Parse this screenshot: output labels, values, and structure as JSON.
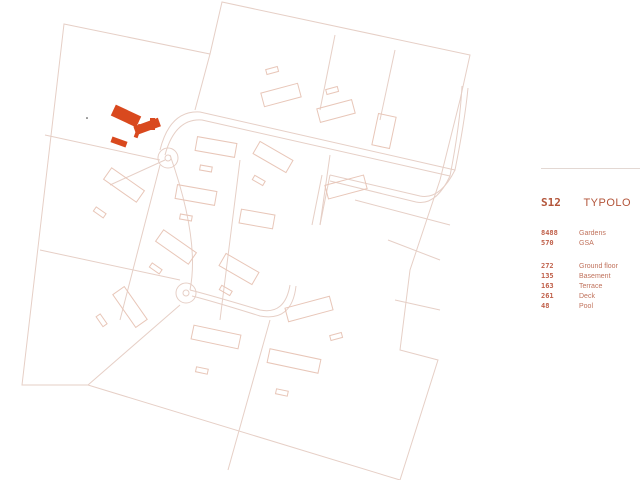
{
  "site_plan": {
    "highlight_color": "#d9491e",
    "line_color": "#e6cfc6",
    "building_color": "#e8c6b8"
  },
  "panel": {
    "code": "S12",
    "title": "TYPOLO",
    "site_stats": [
      {
        "value": "8488",
        "label": "Gardens"
      },
      {
        "value": "570",
        "label": "GSA"
      }
    ],
    "area_stats": [
      {
        "value": "272",
        "label": "Ground floor"
      },
      {
        "value": "135",
        "label": "Basement"
      },
      {
        "value": "163",
        "label": "Terrace"
      },
      {
        "value": "261",
        "label": "Deck"
      },
      {
        "value": "48",
        "label": "Pool"
      }
    ]
  }
}
